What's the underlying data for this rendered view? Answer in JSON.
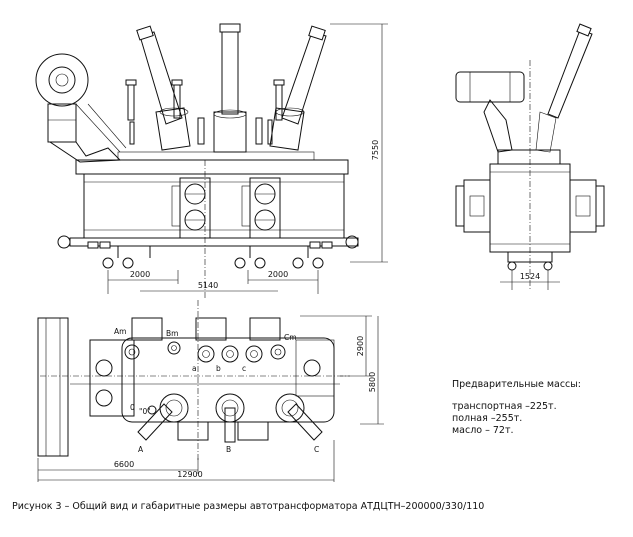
{
  "caption": "Рисунок 3 – Общий вид и габаритные размеры автотрансформатора АТДЦТН–200000/330/110",
  "masses": {
    "title": "Предварительные массы:",
    "transport": "транспортная –225т.",
    "full": "полная –255т.",
    "oil": "масло – 72т."
  },
  "dimensions": {
    "height": "7550",
    "wheel_left": "2000",
    "wheel_right": "2000",
    "wheel_span": "5140",
    "side_gauge": "1524",
    "plan_width_top": "2900",
    "plan_width_total": "5800",
    "plan_length_half": "6600",
    "plan_length_total": "12900"
  },
  "terminals": {
    "hv_a": "A",
    "hv_b": "B",
    "hv_c": "C",
    "mv_a": "Am",
    "mv_b": "Bm",
    "mv_c": "Cm",
    "lv_a": "a",
    "lv_b": "b",
    "lv_c": "c",
    "neutral": "0",
    "neutral_label": "\"0\""
  }
}
